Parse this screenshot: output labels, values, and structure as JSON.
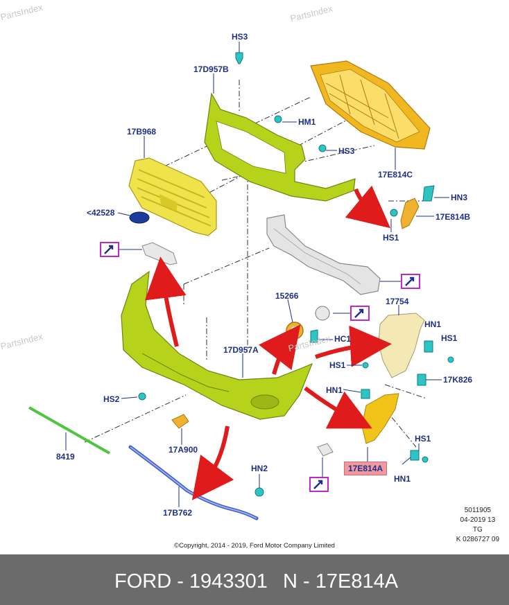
{
  "watermark": "PartsIndex",
  "labels": {
    "HS3_top": "HS3",
    "17D957B": "17D957B",
    "HM1": "HM1",
    "HS3_mid": "HS3",
    "17B968": "17B968",
    "17E814C": "17E814C",
    "HN3": "HN3",
    "17E814B": "17E814B",
    "HS1_upper": "HS1",
    "42528": "<42528",
    "15266": "15266",
    "17754": "17754",
    "HN1_a": "HN1",
    "HS1_b": "HS1",
    "HC1": "HC1",
    "17D957A": "17D957A",
    "HS1_c": "HS1",
    "HN1_c": "HN1",
    "17K826": "17K826",
    "HS2": "HS2",
    "17A900": "17A900",
    "8419": "8419",
    "17E814A": "17E814A",
    "HS1_d": "HS1",
    "HN1_d": "HN1",
    "HN2": "HN2",
    "17B762": "17B762"
  },
  "stamp": {
    "line1": "5011905",
    "line2": "04-2019 13",
    "line3": "TG",
    "line4": "K 0286727 09"
  },
  "copyright": "©Copyright, 2014 - 2019, Ford Motor Company Limited",
  "footer": {
    "left": "FORD - 1943301",
    "right": "N - 17E814A"
  },
  "colors": {
    "label": "#1d2f8a",
    "highlight": "#f09aa0",
    "bumper": "#b6d21a",
    "grille": "#f0e24a",
    "frame": "#f0b81e",
    "arrow": "#e01b1b",
    "ref_box": "#c026c8",
    "footer_bg": "#6b6b6b"
  },
  "icons": [
    "reference-arrow-icon",
    "clip-icon",
    "screw-icon"
  ]
}
